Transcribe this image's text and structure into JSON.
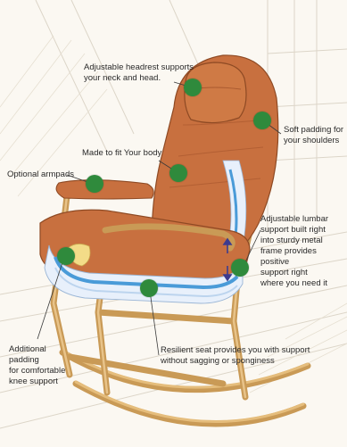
{
  "callouts": {
    "headrest": "Adjustable headrest supports\nyour neck and head.",
    "padding_shoulders": "Soft padding for\nyour shoulders",
    "fit_body": "Made to fit Your body",
    "armpads": "Optional armpads",
    "lumbar": "Adjustable lumbar\nsupport built right\ninto sturdy metal\nframe provides positive\nsupport right\nwhere you need it",
    "knee": "Additional\npadding\nfor comfortable\nknee support",
    "seat": "Resilient seat provides you with support\nwithout sagging or sponginess"
  },
  "colors": {
    "marker": "#2f8a3c",
    "upholstery": "#c8703f",
    "frame": "#d9ac69",
    "padding": "#e8f0fb",
    "padding_blue": "#4a9bd8",
    "text": "#2a2a2a"
  }
}
